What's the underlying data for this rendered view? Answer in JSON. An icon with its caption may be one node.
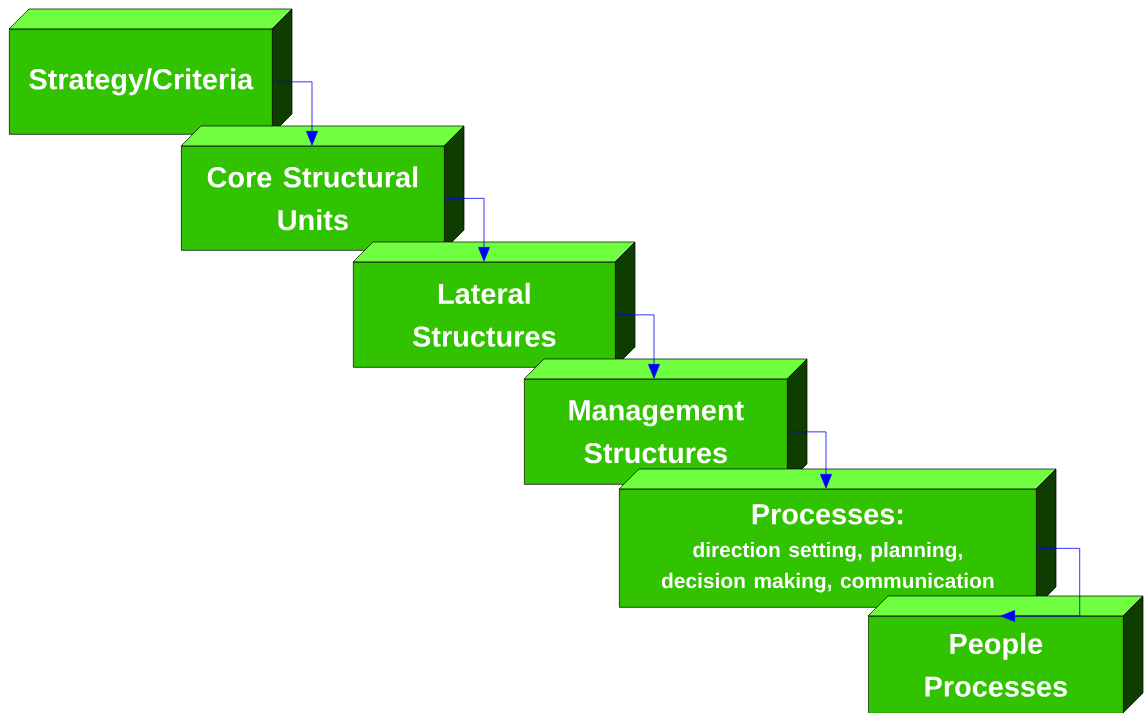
{
  "diagram": {
    "nodes": [
      {
        "text": [
          "Strategy/Criteria"
        ]
      },
      {
        "text": [
          "Core Structural Units"
        ]
      },
      {
        "text": [
          "Lateral Structures"
        ]
      },
      {
        "text": [
          "Management Structures"
        ]
      },
      {
        "text": [
          "Processes:",
          "direction setting, planning, decision making, communication"
        ]
      },
      {
        "text": [
          "People Processes"
        ]
      }
    ],
    "edges": [
      {
        "from": 0,
        "to": 1,
        "arrow": "to"
      },
      {
        "from": 1,
        "to": 2,
        "arrow": "to"
      },
      {
        "from": 2,
        "to": 3,
        "arrow": "to"
      },
      {
        "from": 3,
        "to": 4,
        "arrow": "to"
      },
      {
        "from": 4,
        "to": 5,
        "arrow": "to"
      }
    ]
  }
}
